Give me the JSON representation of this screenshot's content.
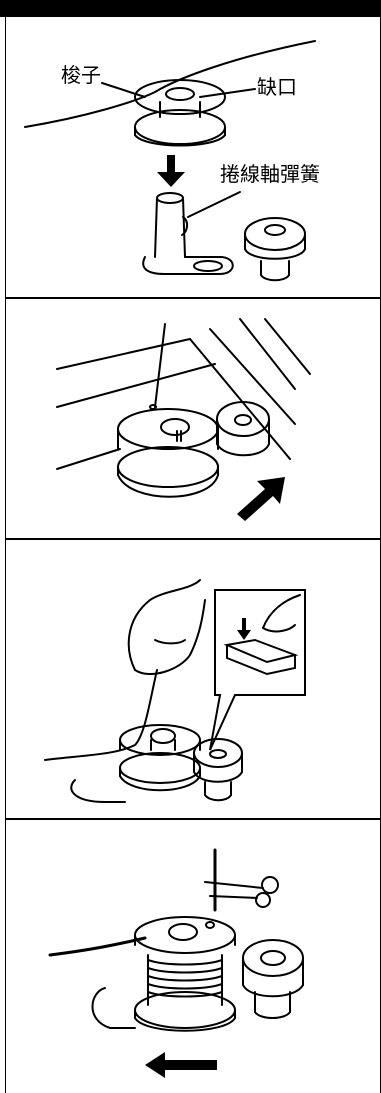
{
  "panel1": {
    "label_bobbin": "梭子",
    "label_notch": "缺口",
    "label_spring": "捲線軸彈簧"
  },
  "colors": {
    "ink": "#000000",
    "background": "#ffffff",
    "shade": "#555555"
  }
}
